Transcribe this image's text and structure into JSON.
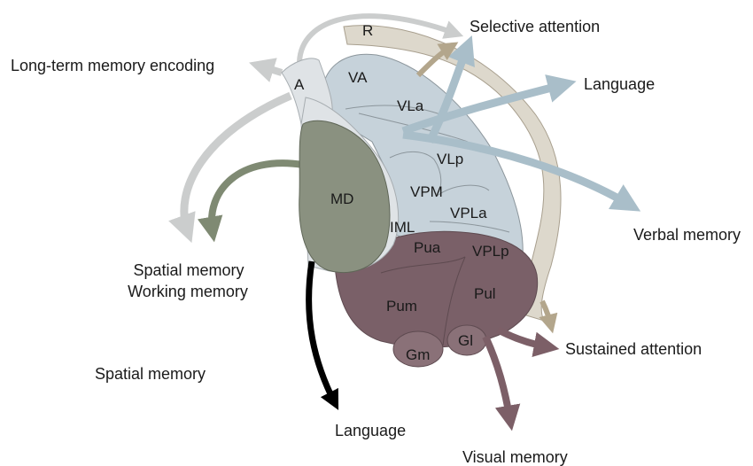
{
  "nuclei": {
    "R": "R",
    "A": "A",
    "VA": "VA",
    "VLa": "VLa",
    "VLp": "VLp",
    "VPM": "VPM",
    "VPLa": "VPLa",
    "VPLp": "VPLp",
    "MD": "MD",
    "IML": "IML",
    "Pua": "Pua",
    "Pum": "Pum",
    "Pul": "Pul",
    "Gm": "Gm",
    "Gl": "Gl"
  },
  "functions": {
    "selective_attention": "Selective attention",
    "long_term_memory_encoding": "Long-term memory encoding",
    "language_right": "Language",
    "verbal_memory": "Verbal memory",
    "spatial_memory_1": "Spatial memory",
    "working_memory": "Working memory",
    "spatial_memory_2": "Spatial memory",
    "sustained_attention": "Sustained attention",
    "language_bottom": "Language",
    "visual_memory": "Visual memory"
  },
  "colors": {
    "lateral_nuclei": "#c6d2da",
    "anterior_group": "#dfe3e6",
    "medial_dorsal": "#8a9180",
    "pulvinar": "#7a6068",
    "reticular": "#ddd8cc",
    "arrow_blue": "#a9bec9",
    "arrow_gray": "#cbcdcd",
    "arrow_mauve": "#7c5f67",
    "arrow_black": "#000000"
  }
}
